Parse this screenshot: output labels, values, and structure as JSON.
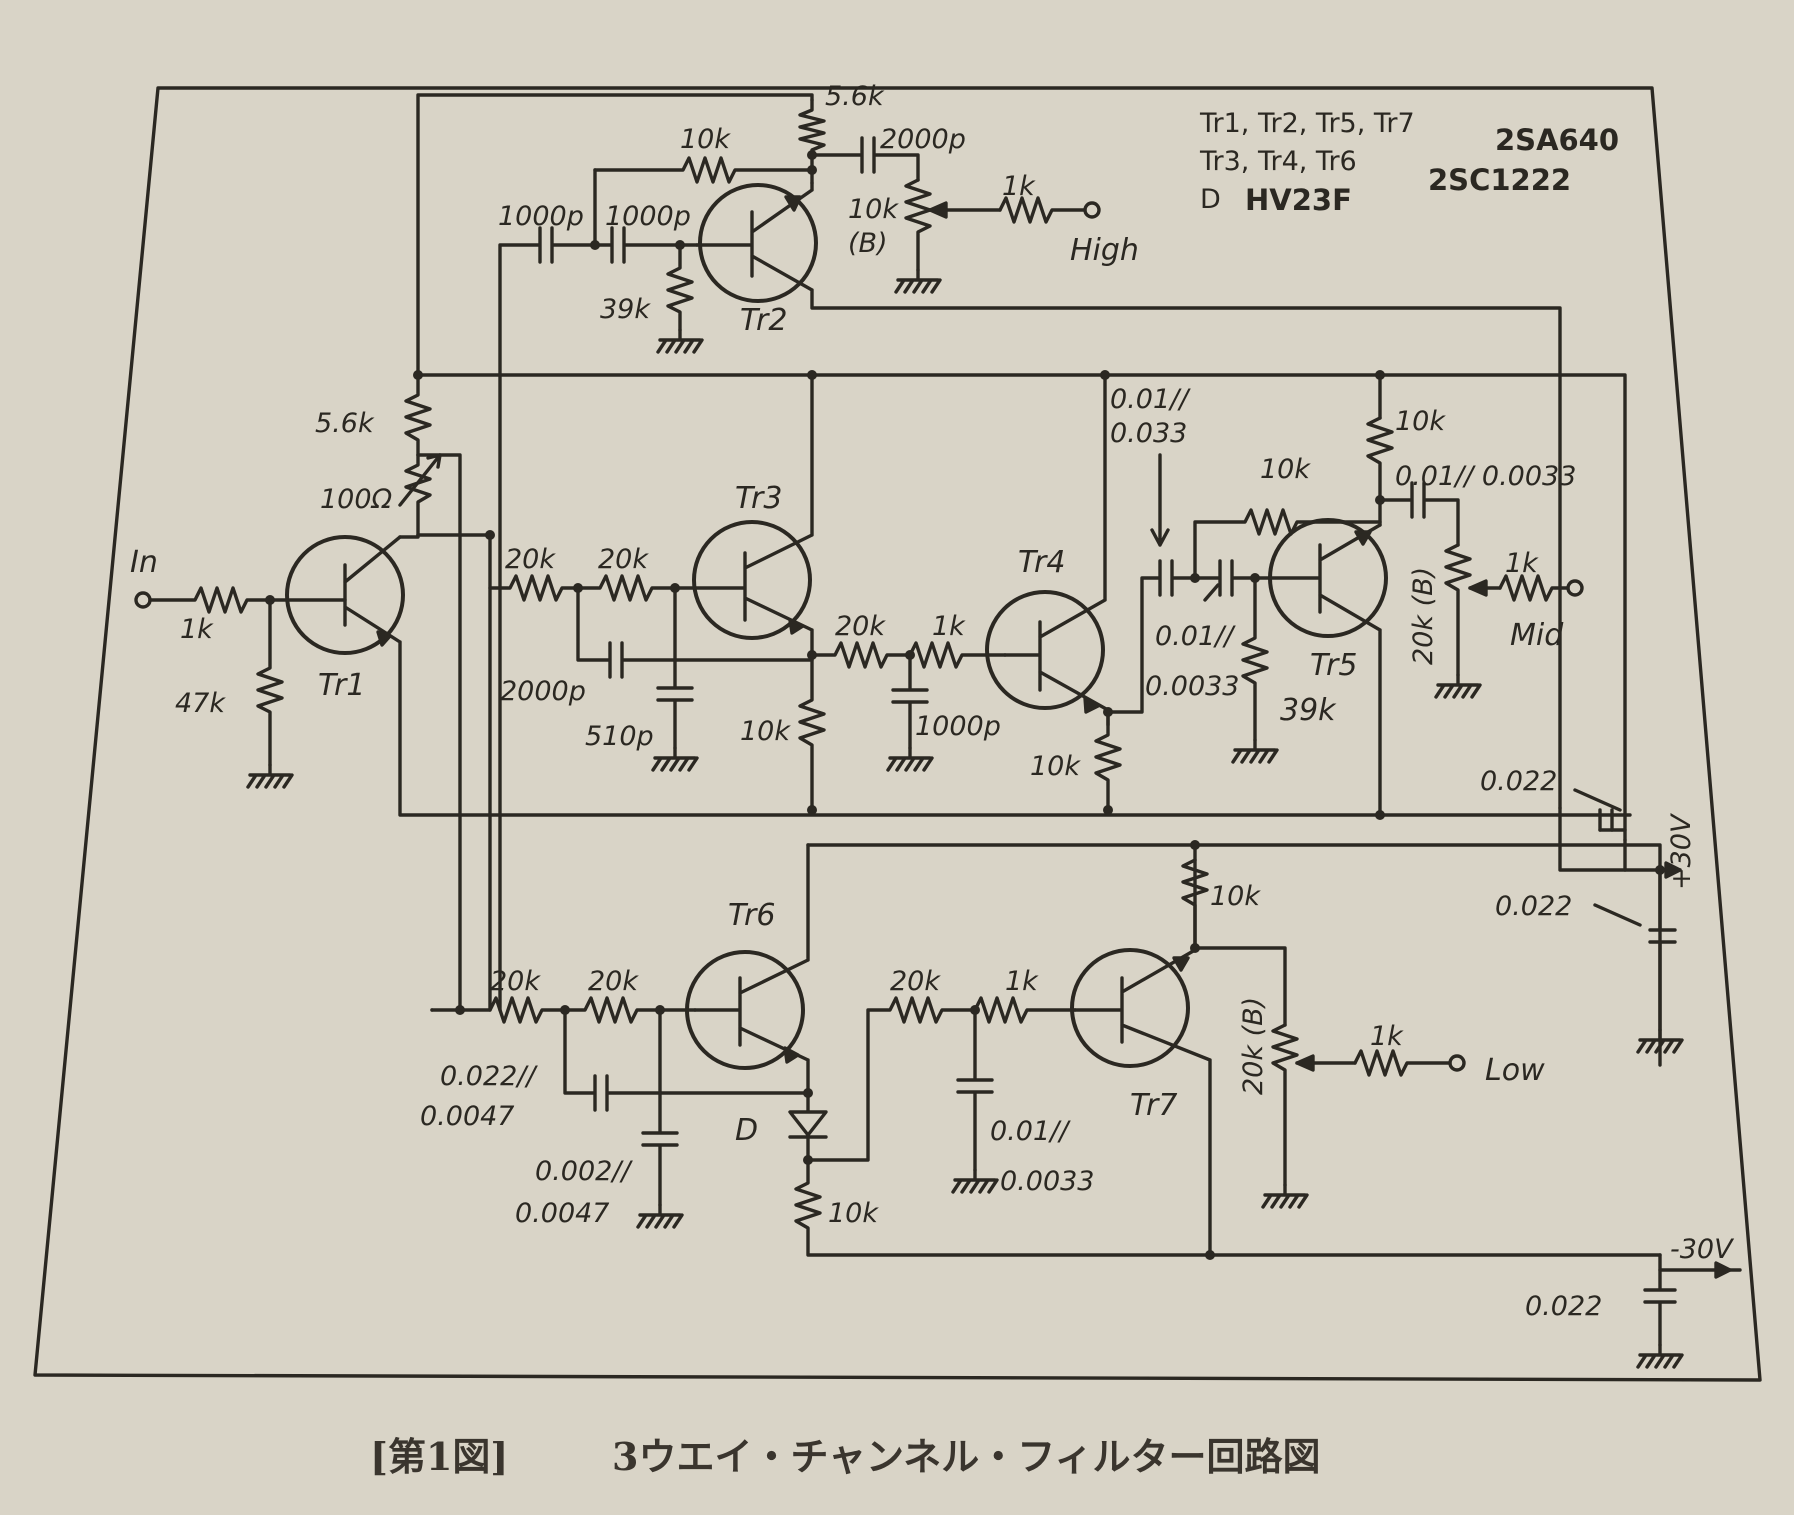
{
  "caption": {
    "figure": "[第1図]",
    "title": "3ウエイ・チャンネル・フィルター回路図"
  },
  "parts_list": [
    {
      "names": "Tr1, Tr2, Tr5, Tr7",
      "code": "2SA640"
    },
    {
      "names": "Tr3, Tr4, Tr6",
      "code": "2SC1222"
    },
    {
      "names": "D",
      "code": "HV23F"
    }
  ],
  "transistors": {
    "tr1": "Tr1",
    "tr2": "Tr2",
    "tr3": "Tr3",
    "tr4": "Tr4",
    "tr5": "Tr5",
    "tr6": "Tr6",
    "tr7": "Tr7"
  },
  "terminals": {
    "input": "In",
    "high": "High",
    "mid": "Mid",
    "low": "Low",
    "pos_supply": "+30V",
    "neg_supply": "-30V"
  },
  "diode": "D",
  "labels": {
    "in_1k": "1k",
    "in_47k": "47k",
    "tr1_5k6": "5.6k",
    "tr1_100": "100Ω",
    "hi_5k6": "5.6k",
    "hi_10k_fb": "10k",
    "hi_2000p": "2000p",
    "hi_1000p_a": "1000p",
    "hi_1000p_b": "1000p",
    "hi_39k": "39k",
    "hi_pot": "10k",
    "hi_pot_b": "(B)",
    "hi_1k": "1k",
    "mid_20k_a": "20k",
    "mid_20k_b": "20k",
    "mid_2000p": "2000p",
    "mid_510p": "510p",
    "mid_10k_e3": "10k",
    "mid_20k_c": "20k",
    "mid_1k_b": "1k",
    "mid_1000p": "1000p",
    "mid_10k_e4": "10k",
    "mid_c1_a": "0.01//",
    "mid_c1_b": "0.033",
    "mid_c2_a": "0.01//",
    "mid_c2_b": "0.0033",
    "mid_10k_fb": "10k",
    "mid_10k_c": "10k",
    "mid_c3": "0.01// 0.0033",
    "mid_39k": "39k",
    "mid_pot": "20k (B)",
    "mid_1k": "1k",
    "dec_1": "0.022",
    "dec_2": "0.022",
    "dec_3": "0.022",
    "lo_20k_a": "20k",
    "lo_20k_b": "20k",
    "lo_c1_a": "0.022//",
    "lo_c1_b": "0.0047",
    "lo_c2_a": "0.002//",
    "lo_c2_b": "0.0047",
    "lo_10k_d": "10k",
    "lo_20k_c": "20k",
    "lo_1k_b": "1k",
    "lo_c3_a": "0.01//",
    "lo_c3_b": "0.0033",
    "lo_10k_c": "10k",
    "lo_pot": "20k (B)",
    "lo_1k": "1k"
  },
  "colors": {
    "paper": "#d9d4c7",
    "ink": "#2b2822"
  }
}
